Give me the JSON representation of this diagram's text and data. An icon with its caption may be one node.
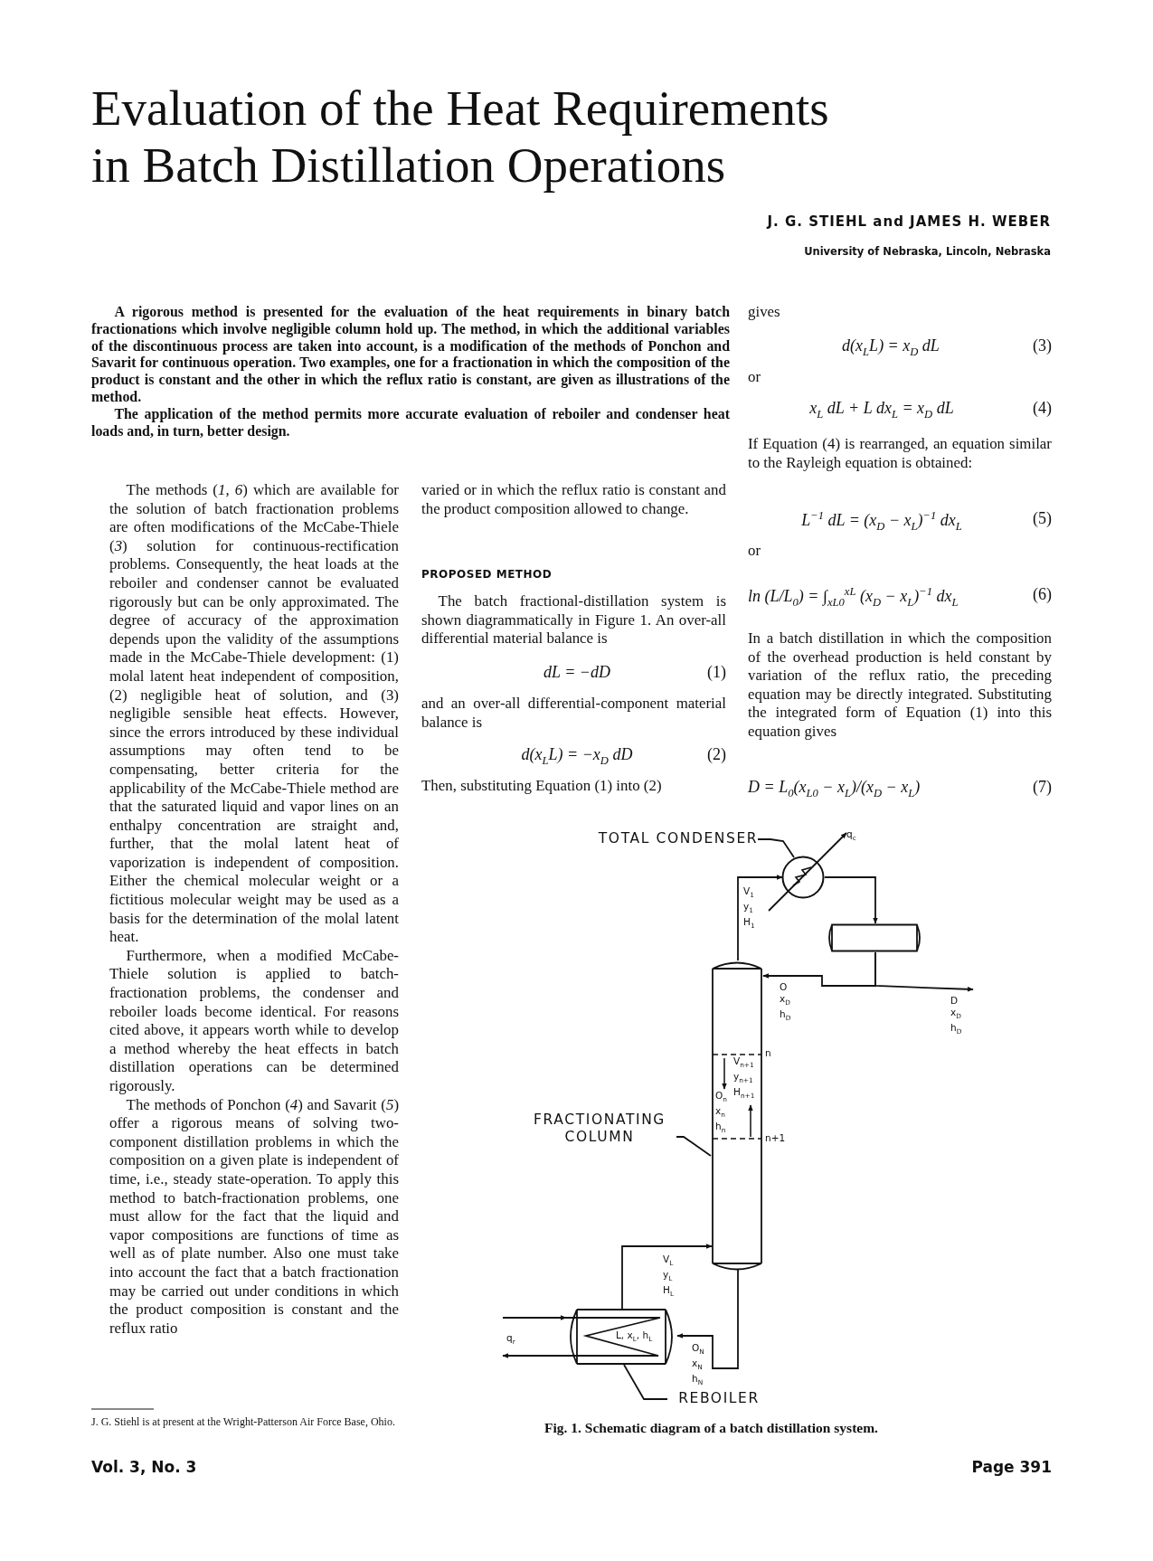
{
  "diagram": {
    "title": "Evaluation of the Heat Requirements in Batch Distillation Operations",
    "caption": "Fig. 1. Schematic diagram of a batch distillation system.",
    "nodes": [
      {
        "text": [
          "TOTAL CONDENSER"
        ]
      },
      {
        "text": [],
        "shape": "circle"
      },
      {
        "text": [],
        "shape": "cylinder"
      },
      {
        "text": [],
        "shape": "cylinder",
        "beside": [
          "n",
          "n+1"
        ]
      },
      {
        "text": [
          "FRACTIONATING COLUMN"
        ]
      },
      {
        "text": [
          "L, x$_{L}$, h$_{L}$"
        ]
      },
      {
        "text": [
          "REBOILER"
        ]
      },
      {
        "text": [
          "q$_{c}$"
        ]
      },
      {
        "text": [
          "D x$_{D}$ h$_{D}$"
        ]
      },
      {
        "text": [
          "q$_{r}$"
        ]
      }
    ],
    "edges": [
      {
        "from": 0,
        "to": 1,
        "arrow": "none"
      },
      {
        "from": 3,
        "to": 1,
        "arrow": "to",
        "label": "V$_{1}$ y$_{1}$ H$_{1}$"
      },
      {
        "from": 1,
        "to": 2,
        "arrow": "to"
      },
      {
        "from": 2,
        "to": 3,
        "arrow": "to",
        "label": "O x$_{D}$ h$_{D}$"
      },
      {
        "from": 2,
        "to": 8,
        "arrow": "to"
      },
      {
        "from": null,
        "to": 7,
        "arrow": "to"
      },
      {
        "from": 3,
        "to": 5,
        "arrow": "to",
        "label": "O$_{N}$ x$_{N}$ h$_{N}$"
      },
      {
        "from": 5,
        "to": 3,
        "arrow": "to",
        "label": "V$_{L}$ y$_{L}$ H$_{L}$"
      },
      {
        "from": 9,
        "to": 5,
        "arrow": "to"
      },
      {
        "from": 5,
        "to": 9,
        "arrow": "to"
      },
      {
        "from": 4,
        "to": 3,
        "arrow": "none"
      },
      {
        "from": 6,
        "to": 5,
        "arrow": "none"
      }
    ],
    "labels": [
      "J. G. STIEHL and JAMES H. WEBER",
      "University of Nebraska, Lincoln, Nebraska",
      "A rigorous method is presented for the evaluation of the heat requirements in binary batch fractionations which involve negligible column hold up. The method, in which the additional variables of the discontinuous process are taken into account, is a modification of the methods of Ponchon and Savarit for continuous operation. Two examples, one for a fractionation in which the composition of the product is constant and the other in which the reflux ratio is constant, are given as illustrations of the method.",
      "The application of the method permits more accurate evaluation of reboiler and condenser heat loads and, in turn, better design.",
      "The methods (*1, 6*) which are available for the solution of batch fractionation problems are often modifications of the McCabe-Thiele (*3*) solution for continuous-rectification problems. Consequently, the heat loads at the reboiler and condenser cannot be evaluated rigorously but can be only approximated. The degree of accuracy of the approximation depends upon the validity of the assumptions made in the McCabe-Thiele development: (1) molal latent heat independent of composition, (2) negligible heat of solution, and (3) negligible sensible heat effects. However, since the errors introduced by these individual assumptions may often tend to be compensating, better criteria for the applicability of the McCabe-Thiele method are that the saturated liquid and vapor lines on an enthalpy concentration are straight and, further, that the molal latent heat of vaporization is independent of composition. Either the chemical molecular weight or a fictitious molecular weight may be used as a basis for the determination of the molal latent heat.",
      "Furthermore, when a modified McCabe-Thiele solution is applied to batch-fractionation problems, the condenser and reboiler loads become identical. For reasons cited above, it appears worth while to develop a method whereby the heat effects in batch distillation operations can be determined rigorously.",
      "The methods of Ponchon (*4*) and Savarit (*5*) offer a rigorous means of solving two-component distillation problems in which the composition on a given plate is independent of time, i.e., steady state-operation. To apply this method to batch-fractionation problems, one must allow for the fact that the liquid and vapor compositions are functions of time as well as of plate number. Also one must take into account the fact that a batch fractionation may be carried out under conditions in which the product composition is constant and the reflux ratio",
      "varied or in which the reflux ratio is constant and the product composition allowed to change.",
      "PROPOSED METHOD",
      "The batch fractional-distillation system is shown diagrammatically in Figure 1. An over-all differential material balance is",
      "dL = −dD",
      "(1)",
      "and an over-all differential-component material balance is",
      "d(x$_{L}$L) = −x$_{D}$ dD",
      "(2)",
      "Then, substituting Equation (1) into (2)",
      "gives",
      "d(x$_{L}$L) = x$_{D}$ dL",
      "(3)",
      "or",
      "x$_{L}$ dL + L dx$_{L}$ = x$_{D}$ dL",
      "(4)",
      "If Equation (4) is rearranged, an equation similar to the Rayleigh equation is obtained:",
      "L$^{−1}$ dL = (x$_{D}$ − x$_{L}$)$^{−1}$ dx$_{L}$",
      "(5)",
      "or",
      "ln (L/L$_{0}$) = ∫$_{xL0}$$^{xL}$ (x$_{D}$ − x$_{L}$)$^{−1}$ dx$_{L}$",
      "(6)",
      "In a batch distillation in which the composition of the overhead production is held constant by variation of the reflux ratio, the preceding equation may be directly integrated. Substituting the integrated form of Equation (1) into this equation gives",
      "D = L$_{0}$(x$_{L0}$ − x$_{L}$)/(x$_{D}$ − x$_{L}$)",
      "(7)",
      "V$_{n+1}$ y$_{n+1}$ H$_{n+1}$",
      "O$_{n}$ x$_{n}$ h$_{n}$",
      "J. G. Stiehl is at present at the Wright-Patterson Air Force Base, Ohio.",
      "Vol. 3, No. 3",
      "Page 391"
    ]
  }
}
